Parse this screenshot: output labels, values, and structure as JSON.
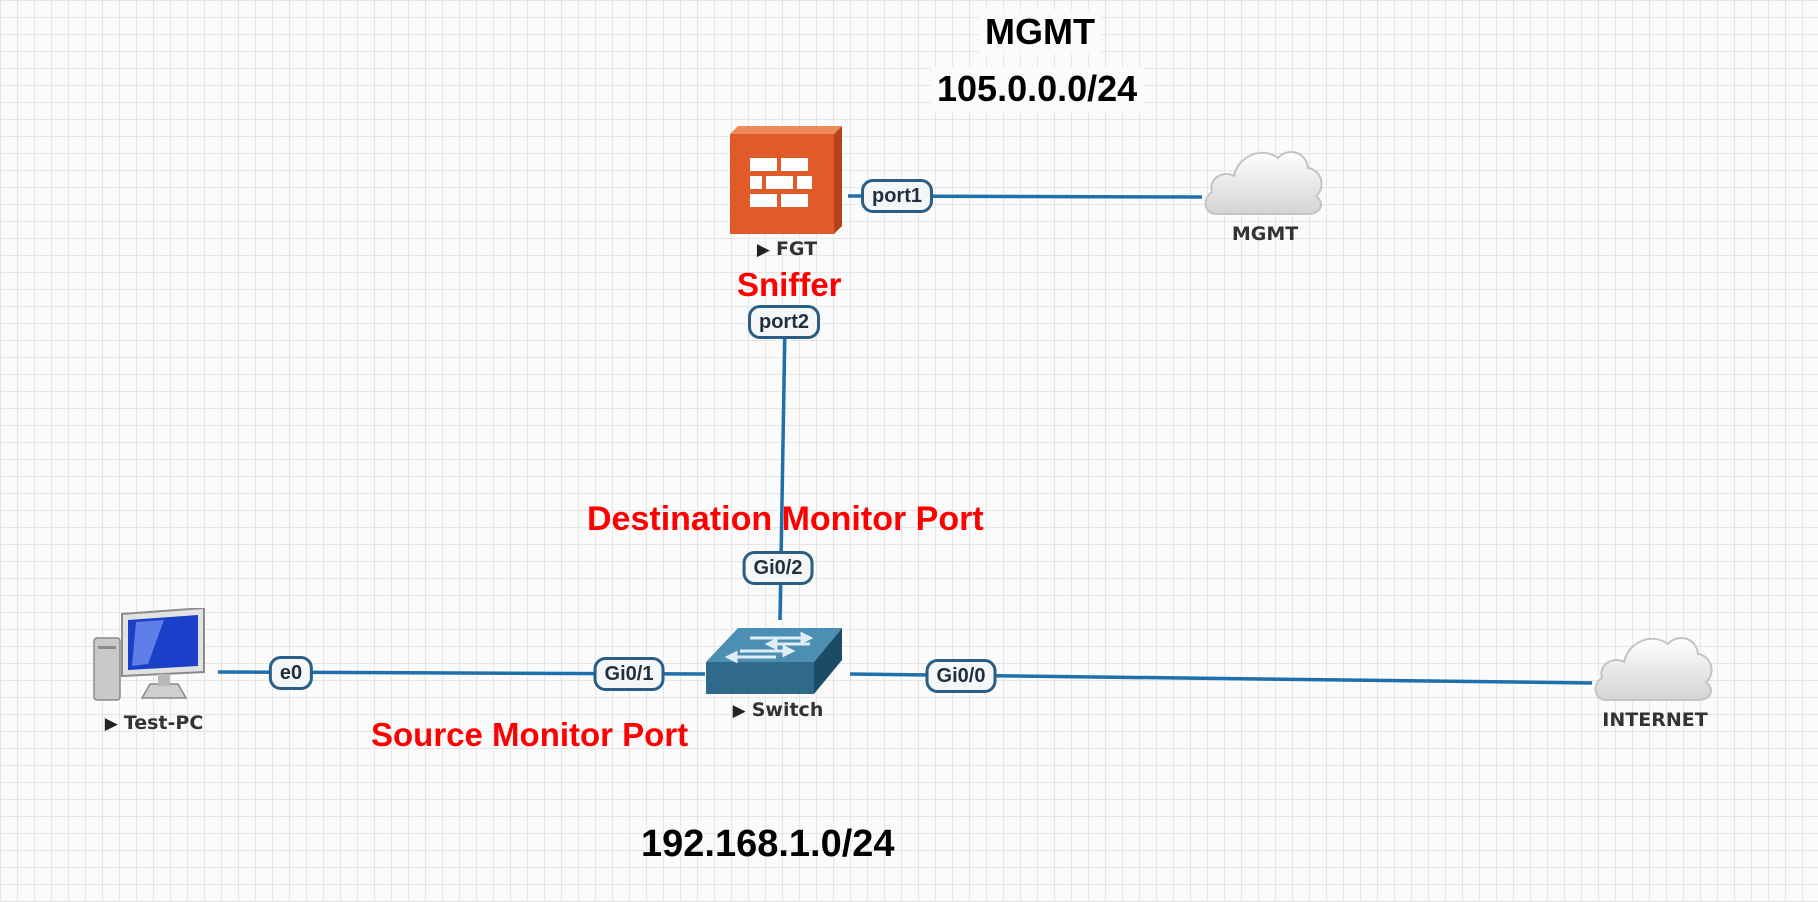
{
  "annotations": {
    "mgmt_title": "MGMT",
    "mgmt_subnet": "105.0.0.0/24",
    "sniffer": "Sniffer",
    "destination_monitor_port": "Destination Monitor Port",
    "source_monitor_port": "Source Monitor Port",
    "lan_subnet": "192.168.1.0/24"
  },
  "nodes": {
    "fgt": {
      "label": "FGT",
      "icon": "firewall-icon",
      "running_indicator": "▶"
    },
    "mgmt": {
      "label": "MGMT",
      "icon": "cloud-icon"
    },
    "switch": {
      "label": "Switch",
      "icon": "switch-icon",
      "running_indicator": "▶"
    },
    "test_pc": {
      "label": "Test-PC",
      "icon": "computer-icon",
      "running_indicator": "▶"
    },
    "internet": {
      "label": "INTERNET",
      "icon": "cloud-icon"
    }
  },
  "ports": {
    "fgt_port1": "port1",
    "fgt_port2": "port2",
    "switch_gi0_2": "Gi0/2",
    "switch_gi0_1": "Gi0/1",
    "switch_gi0_0": "Gi0/0",
    "pc_e0": "e0"
  },
  "links": [
    {
      "from": "FGT port1",
      "to": "MGMT"
    },
    {
      "from": "FGT port2",
      "to": "Switch Gi0/2"
    },
    {
      "from": "Test-PC e0",
      "to": "Switch Gi0/1"
    },
    {
      "from": "Switch Gi0/0",
      "to": "INTERNET"
    }
  ],
  "colors": {
    "link": "#1f6fad",
    "annotation_red": "#ff0000",
    "firewall": "#e05a2a",
    "switch": "#2f6a8a"
  }
}
